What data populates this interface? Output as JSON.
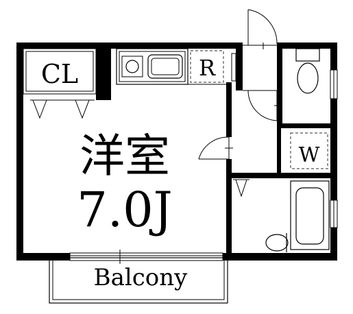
{
  "floorplan": {
    "labels": {
      "closet": "CL",
      "refrigerator": "R",
      "room_type": "洋室",
      "room_size": "7.0J",
      "washer": "W",
      "balcony": "Balcony"
    },
    "colors": {
      "wall": "#000000",
      "line": "#000000",
      "hatch": "#555555",
      "background": "#ffffff"
    },
    "fixtures": [
      "closet",
      "kitchen-counter",
      "refrigerator-space",
      "entrance-door",
      "toilet",
      "washer-space",
      "bathtub",
      "wash-basin",
      "balcony"
    ]
  }
}
